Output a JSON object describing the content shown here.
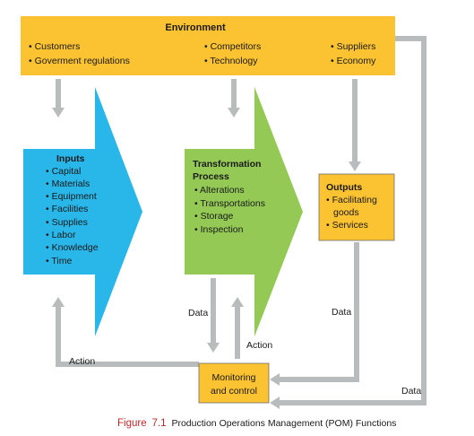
{
  "colors": {
    "environment_fill": "#FBC232",
    "inputs_fill": "#29B6E8",
    "transformation_fill": "#93C954",
    "outputs_fill": "#FBC232",
    "monitoring_fill": "#FBC232",
    "flow_arrow_gray": "#B8BCBD",
    "caption_red": "#C0282D"
  },
  "environment": {
    "title": "Environment",
    "col1": [
      "• Customers",
      "• Goverment regulations"
    ],
    "col2": [
      "• Competitors",
      "• Technology"
    ],
    "col3": [
      "• Suppliers",
      "• Economy"
    ]
  },
  "inputs": {
    "title": "Inputs",
    "items": [
      "• Capital",
      "• Materials",
      "• Equipment",
      "• Facilities",
      "• Supplies",
      "• Labor",
      "• Knowledge",
      "• Time"
    ]
  },
  "transformation": {
    "title_line1": "Transformation",
    "title_line2": "Process",
    "items": [
      "• Alterations",
      "• Transportations",
      "• Storage",
      "• Inspection"
    ]
  },
  "outputs": {
    "title": "Outputs",
    "items": [
      "• Facilitating",
      "goods",
      "• Services"
    ]
  },
  "monitoring": {
    "line1": "Monitoring",
    "line2": "and control"
  },
  "flow_labels": {
    "data_center": "Data",
    "action_center": "Action",
    "data_outputs": "Data",
    "action_left": "Action",
    "data_right": "Data"
  },
  "caption": {
    "figure_label": "Figure",
    "figure_number": "7.1",
    "text": "Production Operations Management (POM) Functions"
  }
}
